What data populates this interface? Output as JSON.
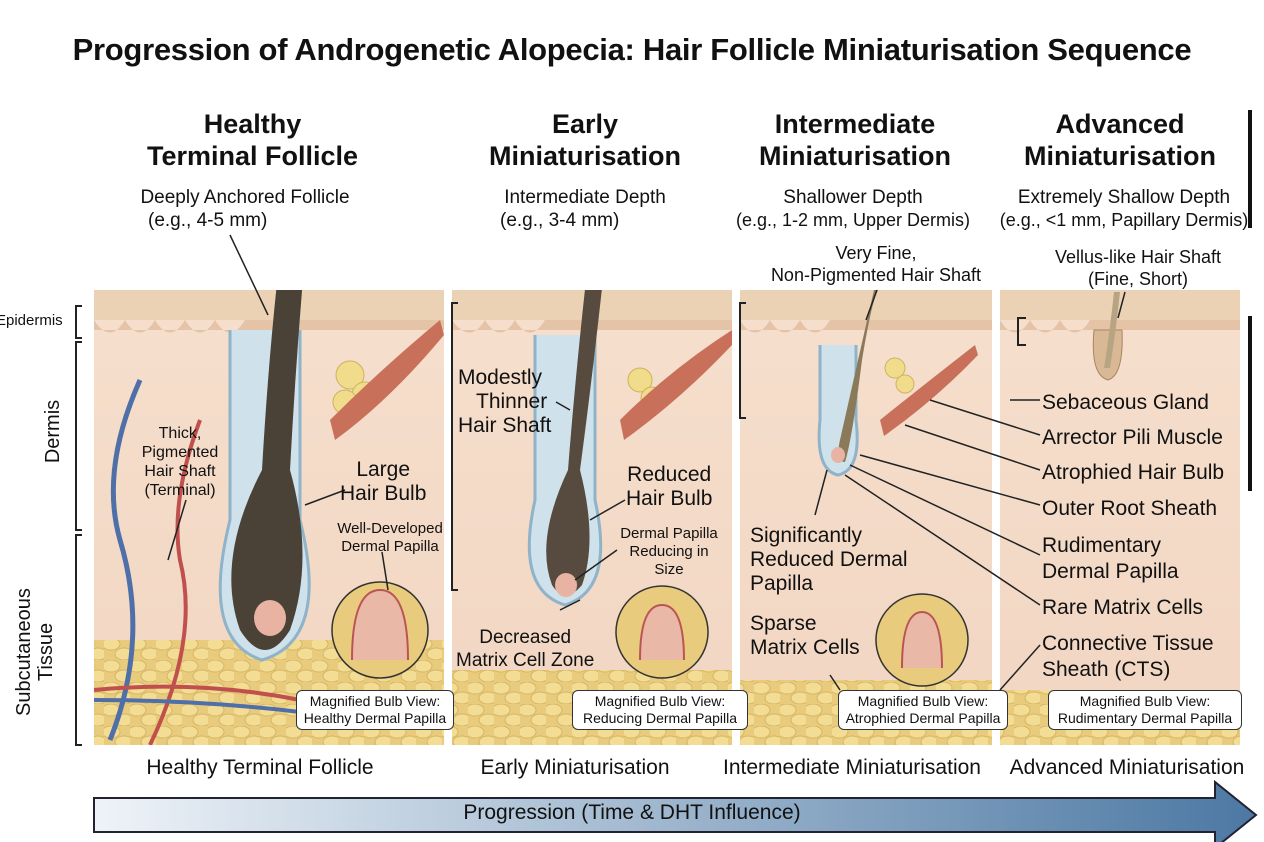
{
  "title": "Progression of Androgenetic Alopecia: Hair Follicle Miniaturisation Sequence",
  "layers": {
    "epidermis": "Epidermis",
    "dermis": "Dermis",
    "subcutaneous": "Subcutaneous Tissue"
  },
  "panels": [
    {
      "heading_1": "Healthy",
      "heading_2": "Terminal Follicle",
      "depth_1": "Deeply Anchored Follicle",
      "depth_2": "(e.g., 4-5 mm)",
      "zoom_1": "Magnified Bulb View:",
      "zoom_2": "Healthy Dermal Papilla",
      "bottom": "Healthy Terminal Follicle"
    },
    {
      "heading_1": "Early",
      "heading_2": "Miniaturisation",
      "depth_1": "Intermediate Depth",
      "depth_2": "(e.g., 3-4 mm)",
      "zoom_1": "Magnified Bulb View:",
      "zoom_2": "Reducing Dermal Papilla",
      "bottom": "Early Miniaturisation"
    },
    {
      "heading_1": "Intermediate",
      "heading_2": "Miniaturisation",
      "depth_1": "Shallower Depth",
      "depth_2": "(e.g., 1-2 mm, Upper Dermis)",
      "zoom_1": "Magnified Bulb View:",
      "zoom_2": "Atrophied Dermal Papilla",
      "bottom": "Intermediate Miniaturisation"
    },
    {
      "heading_1": "Advanced",
      "heading_2": "Miniaturisation",
      "depth_1": "Extremely Shallow Depth",
      "depth_2": "(e.g., <1 mm, Papillary Dermis)",
      "zoom_1": "Magnified Bulb View:",
      "zoom_2": "Rudimentary Dermal Papilla",
      "bottom": "Advanced Miniaturisation"
    }
  ],
  "annotations": {
    "thick_shaft": [
      "Thick,",
      "Pigmented",
      "Hair Shaft",
      "(Terminal)"
    ],
    "large_bulb": [
      "Large",
      "Hair Bulb"
    ],
    "well_developed": [
      "Well-Developed",
      "Dermal Papilla"
    ],
    "modestly_thinner": [
      "Modestly",
      "Thinner",
      "Hair Shaft"
    ],
    "reduced_bulb": [
      "Reduced",
      "Hair Bulb"
    ],
    "papilla_reducing": [
      "Dermal Papilla",
      "Reducing in",
      "Size"
    ],
    "decreased_matrix": [
      "Decreased",
      "Matrix Cell Zone"
    ],
    "very_fine": [
      "Very Fine,",
      "Non-Pigmented Hair Shaft"
    ],
    "sig_reduced": [
      "Significantly",
      "Reduced Dermal",
      "Papilla"
    ],
    "sparse_matrix": [
      "Sparse",
      "Matrix Cells"
    ],
    "vellus": [
      "Vellus-like Hair Shaft",
      "(Fine, Short)"
    ]
  },
  "right_labels": [
    "Sebaceous Gland",
    "Arrector Pili Muscle",
    "Atrophied Hair Bulb",
    "Outer Root Sheath",
    "Rudimentary",
    "Dermal Papilla",
    "Rare Matrix Cells",
    "Connective Tissue",
    "Sheath (CTS)"
  ],
  "progression": "Progression (Time & DHT Influence)",
  "colors": {
    "skin": "#f3dcc8",
    "dermis": "#f6e3d3",
    "fat": "#ecd28a",
    "hair": "#4a4137",
    "sheath": "#9fc3d6",
    "artery": "#c0504d",
    "vein": "#4f6fa8",
    "muscle": "#c9705a",
    "gland": "#f1dc8c"
  }
}
